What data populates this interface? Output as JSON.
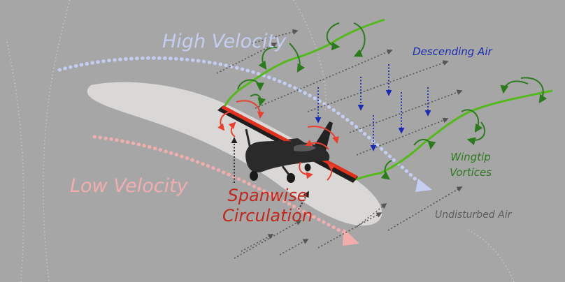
{
  "labels": {
    "high_velocity": "High Velocity",
    "low_velocity": "Low Velocity",
    "spanwise_line1": "Spanwise",
    "spanwise_line2": "Circulation",
    "descending_air": "Descending Air",
    "wingtip_line1": "Wingtip",
    "wingtip_line2": "Vortices",
    "undisturbed_air": "Undisturbed Air"
  },
  "colors": {
    "background": "#a6a6a6",
    "high_velocity": "#c5cdf2",
    "low_velocity": "#f2aeae",
    "spanwise": "#c0281e",
    "descending": "#1a2bb0",
    "wingtip": "#2c7a1e",
    "undisturbed": "#5b5b5b",
    "vortex_line": "#55b81c",
    "circulation": "#e8402e",
    "wing_shadow": "#dcdad8",
    "aircraft": "#2a2a2a"
  }
}
